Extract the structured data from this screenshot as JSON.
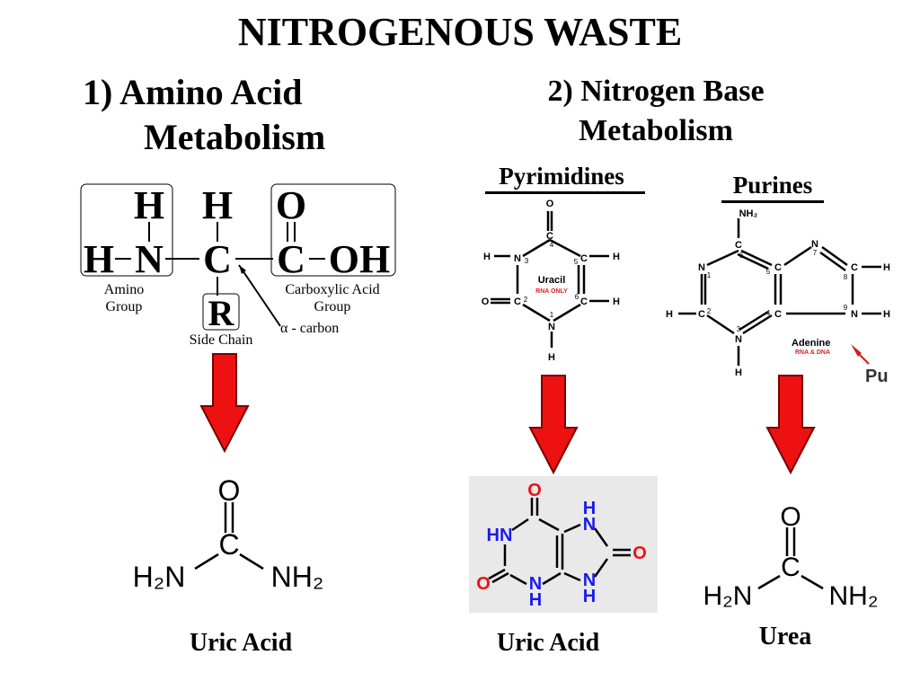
{
  "title": "NITROGENOUS WASTE",
  "section1": {
    "line1": "1)  Amino Acid",
    "line2": "Metabolism"
  },
  "section2": {
    "line1": "2) Nitrogen Base",
    "line2": "Metabolism"
  },
  "amino_acid": {
    "atoms": {
      "h_top_left": "H",
      "h_top_mid": "H",
      "o_top": "O",
      "h_left": "H",
      "n": "N",
      "c_alpha": "C",
      "c_carboxyl": "C",
      "oh": "OH",
      "r": "R"
    },
    "labels": {
      "amino_line1": "Amino",
      "amino_line2": "Group",
      "carboxyl_line1": "Carboxylic Acid",
      "carboxyl_line2": "Group",
      "side_chain": "Side Chain",
      "alpha_carbon": "α - carbon"
    }
  },
  "pyrimidines": {
    "heading": "Pyrimidines",
    "molecule_name": "Uracil",
    "molecule_note": "RNA ONLY"
  },
  "purines": {
    "heading": "Purines",
    "molecule_name": "Adenine",
    "molecule_note": "RNA & DNA",
    "corner_text": "Pu"
  },
  "products": {
    "left_caption": "Uric Acid",
    "middle_caption": "Uric Acid",
    "right_caption": "Urea",
    "urea_atoms": {
      "o": "O",
      "c": "C",
      "nh2_left": "H₂N",
      "nh2_right": "NH₂"
    },
    "uric_atoms": {
      "o": "O",
      "hn": "HN",
      "n": "N",
      "h": "H"
    }
  },
  "colors": {
    "arrow": "#ee1111",
    "arrow_outline": "#7a0000",
    "atom_blue": "#1a1aee",
    "atom_red": "#ee1111",
    "note_red": "#dd2222"
  }
}
